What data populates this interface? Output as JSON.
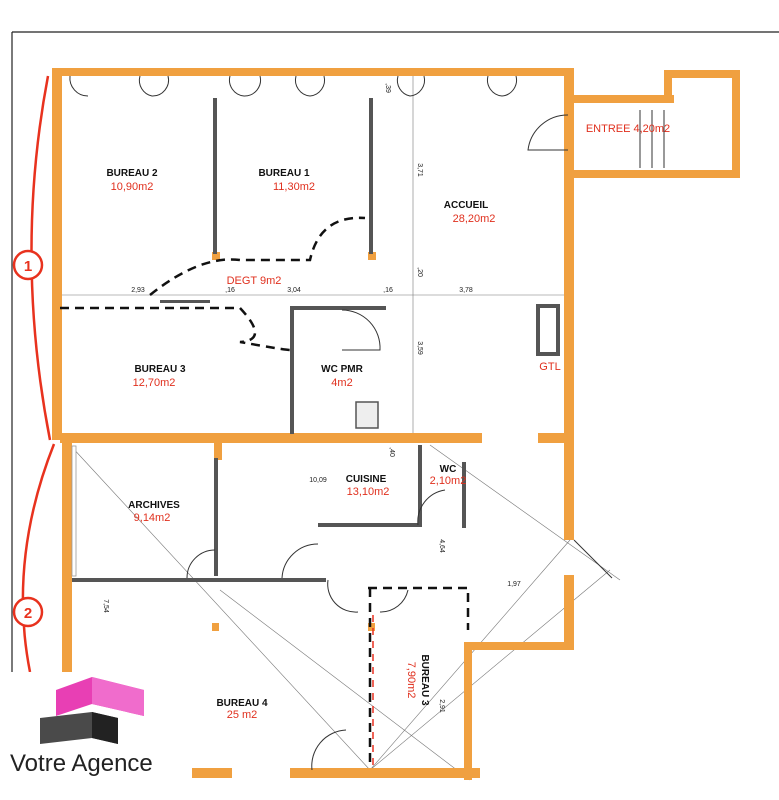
{
  "rooms": {
    "bureau2": {
      "name": "BUREAU 2",
      "area": "10,90m2"
    },
    "bureau1": {
      "name": "BUREAU 1",
      "area": "11,30m2"
    },
    "accueil": {
      "name": "ACCUEIL",
      "area": "28,20m2"
    },
    "entree": {
      "label": "ENTREE 4,20m2"
    },
    "degt": {
      "label": "DEGT 9m2"
    },
    "bureau3": {
      "name": "BUREAU 3",
      "area": "12,70m2"
    },
    "wcpmr": {
      "name": "WC PMR",
      "area": "4m2"
    },
    "gtl": {
      "label": "GTL"
    },
    "archives": {
      "name": "ARCHIVES",
      "area": "9,14m2"
    },
    "cuisine": {
      "name": "CUISINE",
      "area": "13,10m2"
    },
    "wc": {
      "name": "WC",
      "area": "2,10m2"
    },
    "bureau3b": {
      "name": "BUREAU 3",
      "area": "7,90m2"
    },
    "bureau4": {
      "name": "BUREAU 4",
      "area": "25 m2"
    }
  },
  "dimensions": {
    "d293": "2,93",
    "d16a": ",16",
    "d304": "3,04",
    "d16b": ",16",
    "d378": "3,78",
    "d371": "3,71",
    "d20": ",20",
    "d359": "3,59",
    "d39": ",39",
    "d40": ",40",
    "d1009": "10,09",
    "d464": "4,64",
    "d197": "1,97",
    "d754": "7,54",
    "d291": "2,91"
  },
  "markers": {
    "m1": "1",
    "m2": "2"
  },
  "logo": {
    "text": "Votre Agence"
  },
  "colors": {
    "wall": "#f0a040",
    "area_text": "#e0301e",
    "marker": "#e8321e",
    "logo_pink": "#e83fb4",
    "logo_dark": "#4a4a4a"
  }
}
